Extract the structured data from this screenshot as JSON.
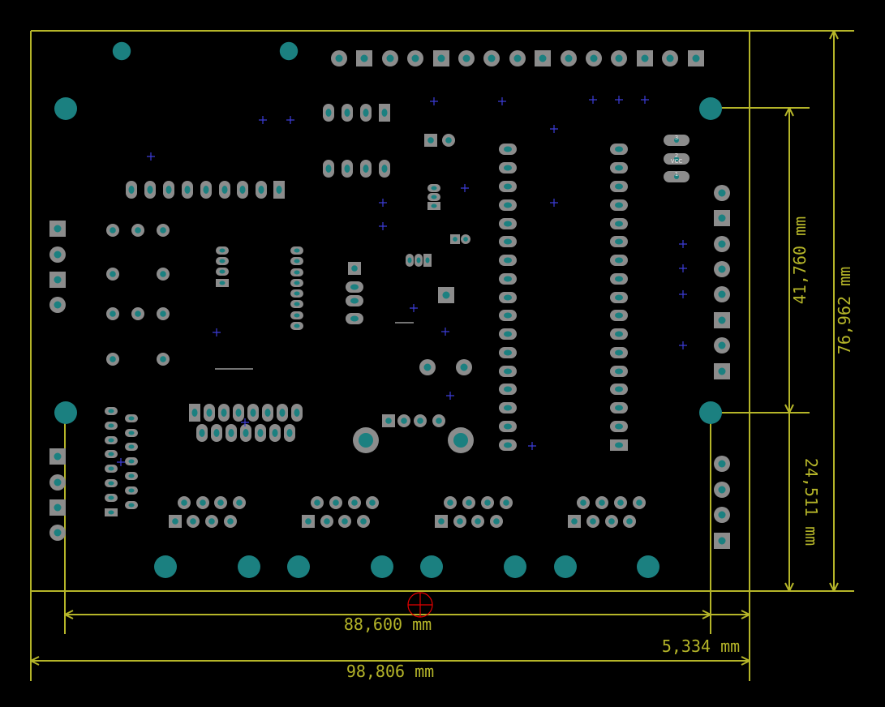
{
  "window": {
    "title": "PCB layout view"
  },
  "colors": {
    "background": "#000000",
    "outline": "#b5b529",
    "pad": "#8c8c8c",
    "drill": "#1b8080",
    "via_marker": "#3c3cd8",
    "silkscreen": "#e6e6e6",
    "origin_marker": "#e60000"
  },
  "dimensions": {
    "width_inner": "88,600 mm",
    "offset_right": "5,334 mm",
    "width_total": "98,806 mm",
    "height_upper": "41,760 mm",
    "height_lower": "24,511 mm",
    "height_total": "76,962 mm"
  },
  "silkscreen_labels": {
    "jumper_3": "3",
    "jumper_2": "2",
    "jumper_vcc": "VCC",
    "jumper_1": "1"
  }
}
